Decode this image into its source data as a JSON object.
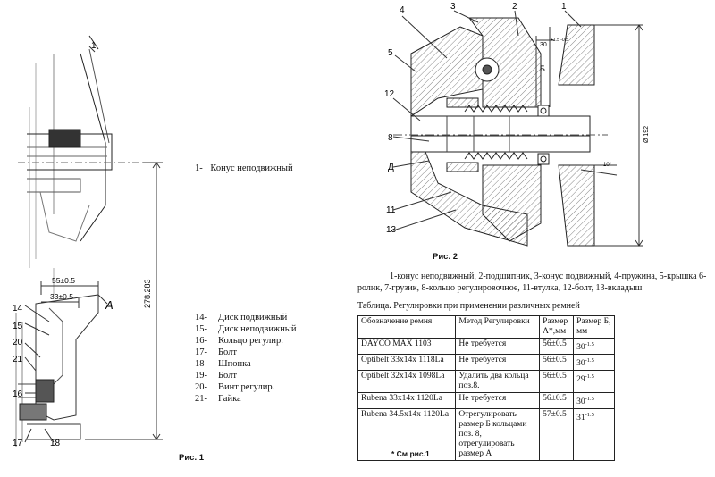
{
  "fig1": {
    "caption": "Рис. 1",
    "callout_top": "1",
    "callout_a": "А",
    "left_callouts": [
      "14",
      "15",
      "20",
      "21",
      "16",
      "17",
      "18"
    ],
    "dim_55": "55±0.5",
    "dim_33": "33±0.5",
    "dim_278": "278.283",
    "legend_top": {
      "num": "1-",
      "text": "Конус неподвижный"
    },
    "legend": [
      {
        "num": "14-",
        "text": "Диск подвижный"
      },
      {
        "num": "15-",
        "text": "Диск неподвижный"
      },
      {
        "num": "16-",
        "text": "Кольцо регулир."
      },
      {
        "num": "17-",
        "text": "Болт"
      },
      {
        "num": "18-",
        "text": "Шпонка"
      },
      {
        "num": "19-",
        "text": "Болт"
      },
      {
        "num": "20-",
        "text": "Винт регулир."
      },
      {
        "num": "21-",
        "text": "Гайка"
      }
    ]
  },
  "fig2": {
    "caption": "Рис. 2",
    "callouts_top": [
      "4",
      "3",
      "2",
      "1"
    ],
    "callouts_left": [
      "5",
      "12",
      "8",
      "Д",
      "11",
      "13"
    ],
    "dim_b": "Б",
    "dim_30": "30",
    "dim_tol": "+1.5 -0.5",
    "dim_diameter": "Ø 192",
    "dim_angle": "10°",
    "description": "1-конус неподвижный, 2-подшипник, 3-конус подвижный, 4-пружина, 5-крышка 6-ролик, 7-грузик, 8-кольцо регулировочное, 11-втулка, 12-болт, 13-вкладыш"
  },
  "table": {
    "title": "Таблица. Регулировки при применении различных ремней",
    "headers": [
      "Обозначение ремня",
      "Метод Регулировки",
      "Размер А*,мм",
      "Размер Б, мм"
    ],
    "rows": [
      {
        "belt": "DAYCO MAX 1103",
        "method": "Не требуется",
        "a": "56±0.5",
        "b": "30",
        "b_tol": "-1.5"
      },
      {
        "belt": "Optibelt 33x14x 1118La",
        "method": "Не требуется",
        "a": "56±0.5",
        "b": "30",
        "b_tol": "-1.5"
      },
      {
        "belt": "Optibelt 32x14x 1098La",
        "method": "Удалить два кольца поз.8.",
        "a": "56±0.5",
        "b": "29",
        "b_tol": "-1.5"
      },
      {
        "belt": "Rubena 33x14x 1120La",
        "method": "Не требуется",
        "a": "56±0.5",
        "b": "30",
        "b_tol": "-1.5"
      },
      {
        "belt": "Rubena 34.5x14x 1120La",
        "method": "Отрегулировать размер Б кольцами поз. 8, отрегулировать размер А",
        "a": "57±0.5",
        "b": "31",
        "b_tol": "-1.5"
      }
    ],
    "footnote": "*  См рис.1"
  }
}
